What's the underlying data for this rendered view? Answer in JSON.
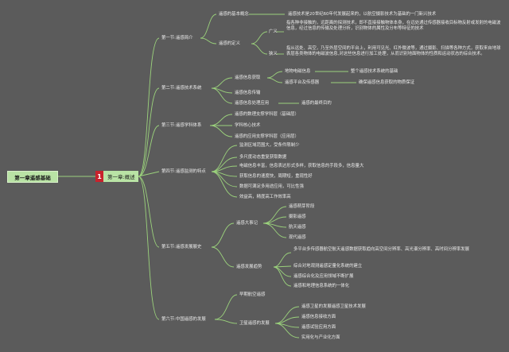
{
  "root": "第一章遥感基础",
  "chapter": {
    "number": "1",
    "title": "第一章:概述"
  },
  "s1": {
    "title": "第一节:遥感简介",
    "basic_concept": "遥感的基本概念",
    "basic_concept_text": "遥感技术是20世纪60年代发展起来的，以航空摄影技术为基础的一门新兴技术",
    "definition": "遥感的定义",
    "broad": "广义",
    "broad_text": "指各种非接触的，远距离的探测技术，即不直接接触物体本身，在远处通过传感器接收目标物反射或发射的电磁波信息，经过信息的传输及处理分析，识别物体的属性及分布等特征的技术",
    "narrow": "狭义",
    "narrow_text": "指从远处、高空，乃至外层空间的平台上，利用可见光、红外微波等，通过摄影、扫描等各种方式，获取来自地球表层各类物体的电磁波信息,对这些信息进行加工处理，从而识别地面物体的性质和运动状态的综合技术。"
  },
  "s2": {
    "title": "第二节:遥感技术系统",
    "acquisition": "遥感信息获取",
    "ground_info": "地物电磁信息",
    "ground_info_text": "整个遥感技术系统的基础",
    "platform": "遥感平台及传感器",
    "platform_text": "确保遥感信息获取的物质保证",
    "transmission": "遥感信息传输",
    "application": "遥感信息处理应用",
    "application_text": "遥感的最终目的"
  },
  "s3": {
    "title": "第三节:遥感学科体系",
    "items": [
      "遥感的数理支撑学科层（基础层）",
      "学科核心技术",
      "遥感的应用支撑学科层（应用层）"
    ]
  },
  "s4": {
    "title": "第四节:遥感监测的特点",
    "items": [
      "监测区域范围大，受条件限制少",
      "多尺度动态重复获取数据",
      "电磁信息丰富，信息表达形式多样，获取信息的手段多，信息量大",
      "获取信息的速度快，周期短，重现性好",
      "数据可满足多用途应用，可比性强",
      "效益高，精度高工作效率高"
    ]
  },
  "s5": {
    "title": "第五节:遥感发展展史",
    "events": "遥感大事记",
    "event_items": [
      "遥感萌芽阶段",
      "摄影遥感",
      "航天遥感",
      "现代遥感"
    ],
    "trend": "遥感发展趋势",
    "trend_items": [
      "多平台多传感器航空航天遥感数据获取趋向高空间分辨率、高光谱分辨率、高时间分辨率发展",
      "综合对地观测遥感定量化系统的建立",
      "遥感综合化及应用领域不断扩展",
      "遥感和地理信息系统的一体化"
    ]
  },
  "s6": {
    "title": "第六节:中国遥感的发展",
    "early": "早期航空遥感",
    "satellite": "卫星遥感的发展",
    "sat_items": [
      "遥感卫星的发展遥感卫星技术发展",
      "遥感信息接收方面",
      "遥感试验应用方面",
      "实用化与产业化方面"
    ]
  },
  "colors": {
    "background": "#5b5b5b",
    "line": "#9bd27c",
    "root_fill": "#b9e3a5",
    "accent": "#c8222c",
    "text": "#eaeaea"
  }
}
